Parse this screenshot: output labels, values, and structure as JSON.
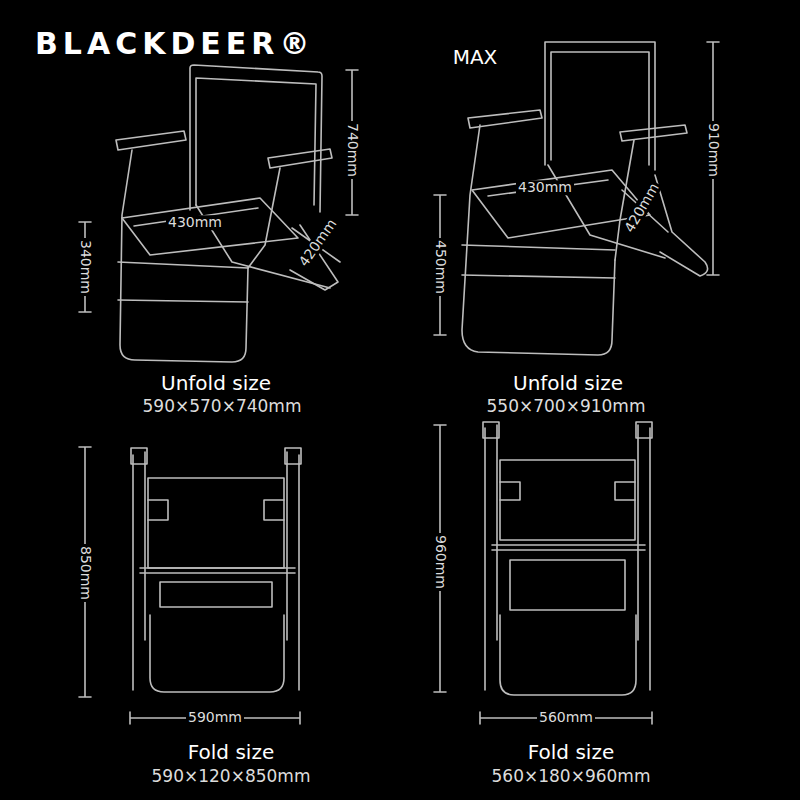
{
  "diagram": {
    "title": "BLACKDEER®",
    "labels": [
      "MAX",
      "430mm",
      "420mm",
      "740mm",
      "340mm",
      "Unfold size",
      "590×570×740mm",
      "430mm",
      "420mm",
      "910mm",
      "450mm",
      "Unfold size",
      "550×700×910mm",
      "850mm",
      "590mm",
      "Fold size",
      "590×120×850mm",
      "960mm",
      "560mm",
      "Fold size",
      "560×180×960mm"
    ]
  }
}
